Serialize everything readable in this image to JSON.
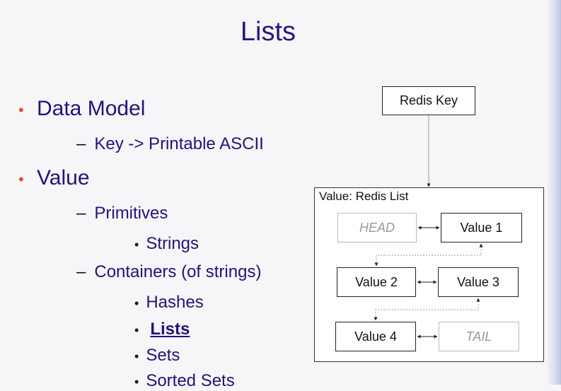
{
  "slide": {
    "title": "Lists",
    "bullets": [
      {
        "text": "Data Model",
        "children": [
          {
            "text": "Key -> Printable ASCII"
          }
        ]
      },
      {
        "text": "Value",
        "children": [
          {
            "text": "Primitives",
            "items": [
              "Strings"
            ]
          },
          {
            "text": "Containers (of strings)",
            "items": [
              "Hashes",
              "Lists",
              "Sets",
              "Sorted Sets"
            ]
          }
        ]
      }
    ],
    "active_item": "Lists"
  },
  "diagram": {
    "key_label": "Redis Key",
    "container_label": "Value: Redis List",
    "nodes": [
      "HEAD",
      "Value 1",
      "Value 2",
      "Value 3",
      "Value 4",
      "TAIL"
    ]
  },
  "colors": {
    "title": "#2a1585",
    "text": "#20147a",
    "bullet": "#e0522e"
  }
}
